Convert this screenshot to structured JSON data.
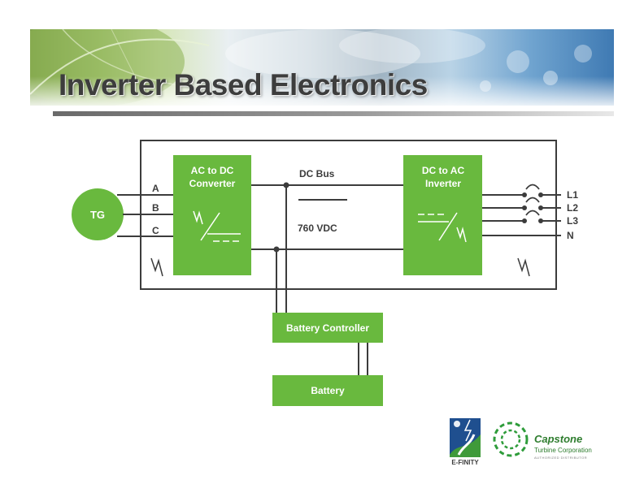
{
  "slide": {
    "title": "Inverter Based Electronics"
  },
  "colors": {
    "green": "#69b93e",
    "line": "#3c3c3c",
    "title": "#3d3d3d",
    "tg_fill": "#69b93e"
  },
  "diagram": {
    "tg_label": "TG",
    "phases": [
      "A",
      "B",
      "C"
    ],
    "converter": {
      "line1": "AC to DC",
      "line2": "Converter"
    },
    "inverter": {
      "line1": "DC to AC",
      "line2": "Inverter"
    },
    "dc_bus_label": "DC Bus",
    "voltage_label": "760 VDC",
    "outputs": [
      "L1",
      "L2",
      "L3",
      "N"
    ],
    "battery_controller": "Battery Controller",
    "battery": "Battery"
  },
  "logos": {
    "efinity": "E-FINITY",
    "capstone_name": "Capstone",
    "capstone_sub": "Turbine Corporation",
    "capstone_tag": "AUTHORIZED DISTRIBUTOR"
  }
}
